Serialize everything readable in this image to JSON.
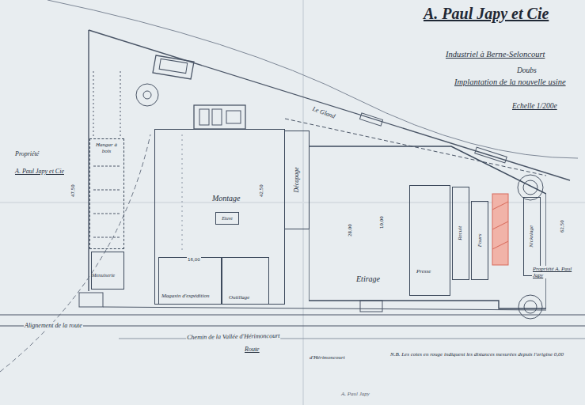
{
  "diagram": {
    "title": "A. Paul Japy et Cie",
    "nodes": [
      {
        "text": [
          "Montage"
        ]
      },
      {
        "text": [
          "Etuve"
        ],
        "in": 0
      },
      {
        "text": [
          "Magasin d'expédition"
        ],
        "in": 0
      },
      {
        "text": [
          "Outillage"
        ],
        "in": 0
      },
      {
        "text": [
          "Décapage"
        ]
      },
      {
        "text": [
          "Etirage"
        ]
      },
      {
        "text": [
          "Presse"
        ],
        "in": 5
      },
      {
        "text": [
          "Recuit"
        ],
        "in": 5
      },
      {
        "text": [
          "Fours"
        ],
        "in": 5
      },
      {
        "text": [
          "Nickelage"
        ],
        "in": 5
      },
      {
        "text": [
          "Hangar à bois"
        ]
      },
      {
        "text": [
          "Menuiserie"
        ]
      }
    ],
    "labels": [
      "Industriel à Berne-Seloncourt",
      "Doubs",
      "Implantation de la nouvelle usine",
      "Echelle 1/200e",
      "Propriété",
      "A. Paul Japy et Cie",
      "Le Gland",
      "Alignement de la route",
      "Chemin de la Vallée d'Hérimoncourt",
      "Route",
      "d'Hérimoncourt",
      "N.B. Les cotes en rouge indiquent les distances mesurées depuis l'origine 0,00",
      "Propriété A. Paul Japy",
      "A. Paul Japy",
      "47,50",
      "42,50",
      "28,00",
      "16,00",
      "62,50",
      "10,00"
    ]
  }
}
